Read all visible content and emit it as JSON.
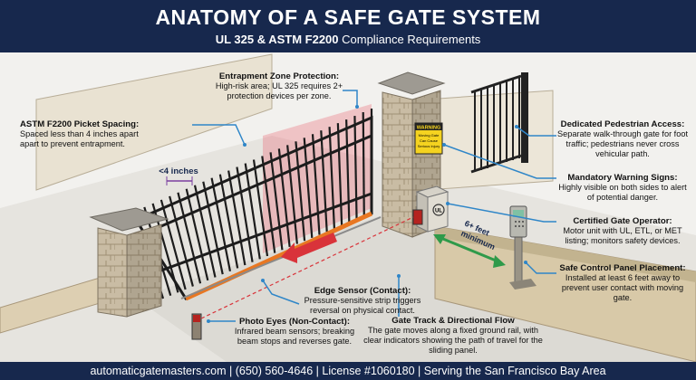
{
  "header": {
    "title": "ANATOMY OF A SAFE GATE SYSTEM",
    "subtitle_bold": "UL 325 & ASTM F2200",
    "subtitle_rest": " Compliance Requirements"
  },
  "annotations": {
    "entrapment": {
      "title": "Entrapment Zone Protection:",
      "body": "High-risk area; UL 325 requires 2+ protection devices per zone."
    },
    "picket": {
      "title": "ASTM F2200 Picket Spacing:",
      "body": "Spaced less than 4 inches apart apart to prevent entrapment."
    },
    "pedestrian": {
      "title": "Dedicated Pedestrian Access:",
      "body": "Separate walk-through gate for foot traffic; pedestrians never cross vehicular path."
    },
    "warning": {
      "title": "Mandatory Warning Signs:",
      "body": "Highly visible on both sides to alert of potential danger."
    },
    "operator": {
      "title": "Certified Gate Operator:",
      "body": "Motor unit with UL, ETL, or MET listing; monitors safety devices."
    },
    "control": {
      "title": "Safe Control Panel Placement:",
      "body": "Installed at least 6 feet away to prevent user contact with moving gate."
    },
    "edge": {
      "title": "Edge Sensor (Contact):",
      "body": "Pressure-sensitive strip triggers reversal on physical contact."
    },
    "photo": {
      "title": "Photo Eyes (Non-Contact):",
      "body": "Infrared beam sensors; breaking beam stops and reverses gate."
    },
    "track": {
      "title": "Gate Track & Directional Flow",
      "body": "The gate moves along a fixed ground rail, with clear indicators showing the path of travel for the sliding panel."
    }
  },
  "labels": {
    "spacing": "<4 inches",
    "distance_1": "6+ feet",
    "distance_2": "minimum",
    "sign_1": "WARNING",
    "sign_2": "Moving Gate",
    "sign_3": "Can Cause",
    "sign_4": "Serious Injury",
    "badge": "UL"
  },
  "footer": {
    "text": "automaticgatemasters.com | (650) 560-4646 | License #1060180 | Serving the San Francisco Bay Area"
  },
  "colors": {
    "navy": "#17284d",
    "callout_blue": "#2f86c8",
    "danger_red": "#d9333a",
    "safe_green": "#2f9a4a",
    "edge_orange": "#e87722",
    "sign_yellow": "#f5d320"
  }
}
